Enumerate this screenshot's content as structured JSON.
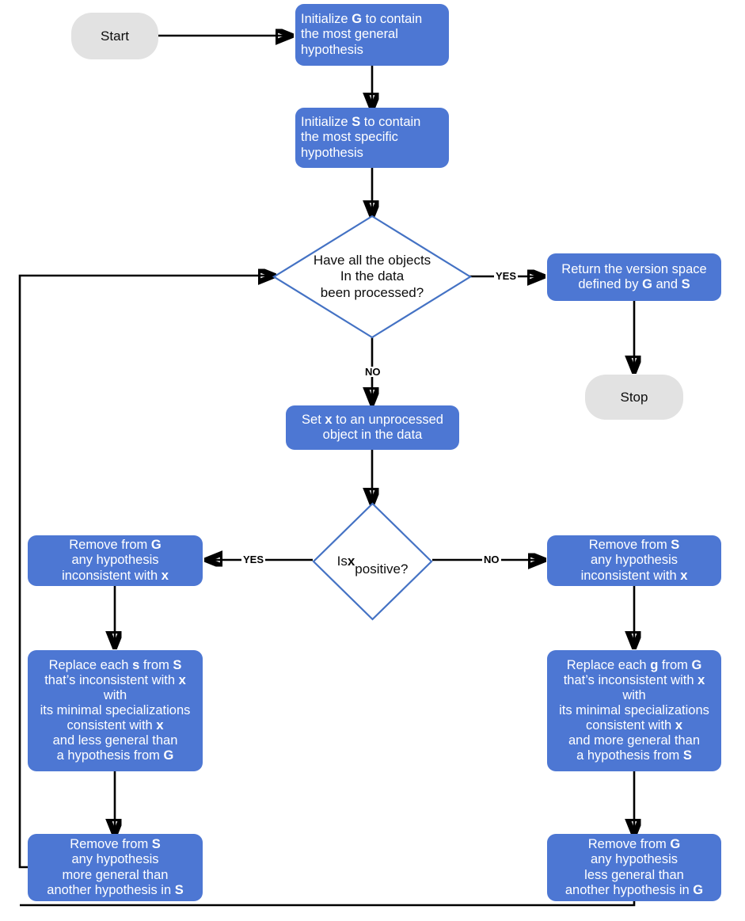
{
  "diagram": {
    "title": "Candidate Elimination Algorithm Flowchart",
    "colors": {
      "process_fill": "#4d77d3",
      "process_text": "#ffffff",
      "terminator_fill": "#e2e2e2",
      "terminator_text": "#0d0d0d",
      "decision_stroke": "#4472c4",
      "decision_fill": "#ffffff",
      "connector": "#000000"
    }
  },
  "nodes": {
    "start": {
      "label": "Start",
      "shape": "terminator"
    },
    "init_g": {
      "lines": [
        "Initialize <b>G</b> to contain",
        "the most general",
        "hypothesis"
      ],
      "plain": "Initialize G to contain the most general hypothesis",
      "shape": "process"
    },
    "init_s": {
      "lines": [
        "Initialize <b>S</b> to contain",
        "the most specific",
        "hypothesis"
      ],
      "plain": "Initialize S to contain the most specific hypothesis",
      "shape": "process"
    },
    "decision_all_processed": {
      "lines": [
        "Have all the objects",
        "In the data",
        "been processed?"
      ],
      "plain": "Have all the objects In the data been processed?",
      "shape": "decision"
    },
    "return_version_space": {
      "lines": [
        "Return the version space",
        "defined by <b>G</b> and <b>S</b>"
      ],
      "plain": "Return the version space defined by G and S",
      "shape": "process"
    },
    "stop": {
      "label": "Stop",
      "shape": "terminator"
    },
    "set_x": {
      "lines": [
        "Set <b>x</b> to an unprocessed",
        "object in the data"
      ],
      "plain": "Set x to an unprocessed object in the data",
      "shape": "process"
    },
    "decision_x_positive": {
      "lines": [
        "Is <b>x</b>",
        "positive?"
      ],
      "plain": "Is x positive?",
      "shape": "decision"
    },
    "remove_from_g": {
      "lines": [
        "Remove from <b>G</b>",
        "any hypothesis",
        "inconsistent with <b>x</b>"
      ],
      "plain": "Remove from G any hypothesis inconsistent with x",
      "shape": "process"
    },
    "replace_s": {
      "lines": [
        "Replace each <b>s</b> from <b>S</b>",
        "that’s inconsistent with <b>x</b>",
        "with",
        "its minimal specializations",
        "consistent with <b>x</b>",
        "and less general than",
        "a hypothesis from <b>G</b>"
      ],
      "plain": "Replace each s from S that’s inconsistent with x with its minimal specializations consistent with x and less general than a hypothesis from G",
      "shape": "process"
    },
    "remove_from_s_bottom": {
      "lines": [
        "Remove from <b>S</b>",
        "any hypothesis",
        "more general than",
        "another hypothesis in <b>S</b>"
      ],
      "plain": "Remove from S any hypothesis more general than another hypothesis in S",
      "shape": "process"
    },
    "remove_from_s": {
      "lines": [
        "Remove from <b>S</b>",
        "any hypothesis",
        "inconsistent with <b>x</b>"
      ],
      "plain": "Remove from S any hypothesis inconsistent with x",
      "shape": "process"
    },
    "replace_g": {
      "lines": [
        "Replace each <b>g</b> from <b>G</b>",
        "that’s inconsistent with <b>x</b>",
        "with",
        "its minimal specializations",
        "consistent with <b>x</b>",
        "and more general than",
        "a hypothesis from <b>S</b>"
      ],
      "plain": "Replace each g from G that’s inconsistent with x with its minimal specializations consistent with x and more general than a hypothesis from S",
      "shape": "process"
    },
    "remove_from_g_bottom": {
      "lines": [
        "Remove from <b>G</b>",
        "any hypothesis",
        "less general than",
        "another hypothesis in <b>G</b>"
      ],
      "plain": "Remove from G any hypothesis less general than another hypothesis in G",
      "shape": "process"
    }
  },
  "edge_labels": {
    "yes_all_processed": "YES",
    "no_all_processed": "NO",
    "yes_x_positive": "YES",
    "no_x_positive": "NO"
  }
}
